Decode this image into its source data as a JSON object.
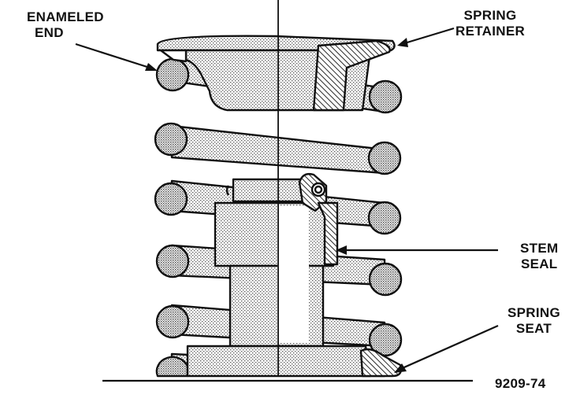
{
  "diagram": {
    "labels": {
      "enameled_end": [
        "ENAMELED",
        "END"
      ],
      "spring_retainer": [
        "SPRING",
        "RETAINER"
      ],
      "stem_seal": [
        "STEM",
        "SEAL"
      ],
      "spring_seat": [
        "SPRING",
        "SEAT"
      ]
    },
    "figure_number": "9209-74",
    "colors": {
      "ink": "#111111",
      "background": "#ffffff",
      "stipple": "#555555"
    }
  }
}
